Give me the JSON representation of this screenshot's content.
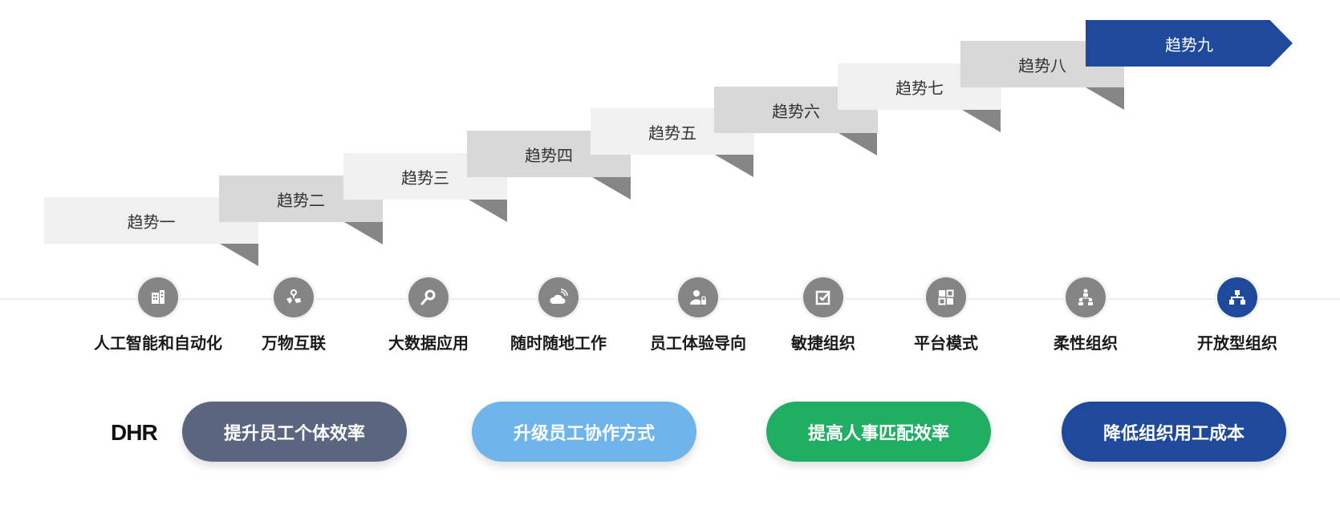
{
  "trends": [
    "趋势一",
    "趋势二",
    "趋势三",
    "趋势四",
    "趋势五",
    "趋势六",
    "趋势七",
    "趋势八",
    "趋势九"
  ],
  "topics": [
    {
      "label": "人工智能和自动化",
      "icon": "building-icon"
    },
    {
      "label": "万物互联",
      "icon": "map-pin-icon"
    },
    {
      "label": "大数据应用",
      "icon": "magnifier-icon"
    },
    {
      "label": "随时随地工作",
      "icon": "cloud-signal-icon"
    },
    {
      "label": "员工体验导向",
      "icon": "user-lock-icon"
    },
    {
      "label": "敏捷组织",
      "icon": "checkbox-icon"
    },
    {
      "label": "平台模式",
      "icon": "grid-icon"
    },
    {
      "label": "柔性组织",
      "icon": "org-people-icon"
    },
    {
      "label": "开放型组织",
      "icon": "org-chart-icon"
    }
  ],
  "dhr": {
    "label": "DHR",
    "goals": [
      {
        "label": "提升员工个体效率",
        "color": "#5a6680"
      },
      {
        "label": "升级员工协作方式",
        "color": "#6fb4ea"
      },
      {
        "label": "提高人事匹配效率",
        "color": "#1fae62"
      },
      {
        "label": "降低组织用工成本",
        "color": "#1f4a9c"
      }
    ]
  },
  "colors": {
    "accent": "#1f4a9c",
    "icon_gray": "#858585"
  }
}
